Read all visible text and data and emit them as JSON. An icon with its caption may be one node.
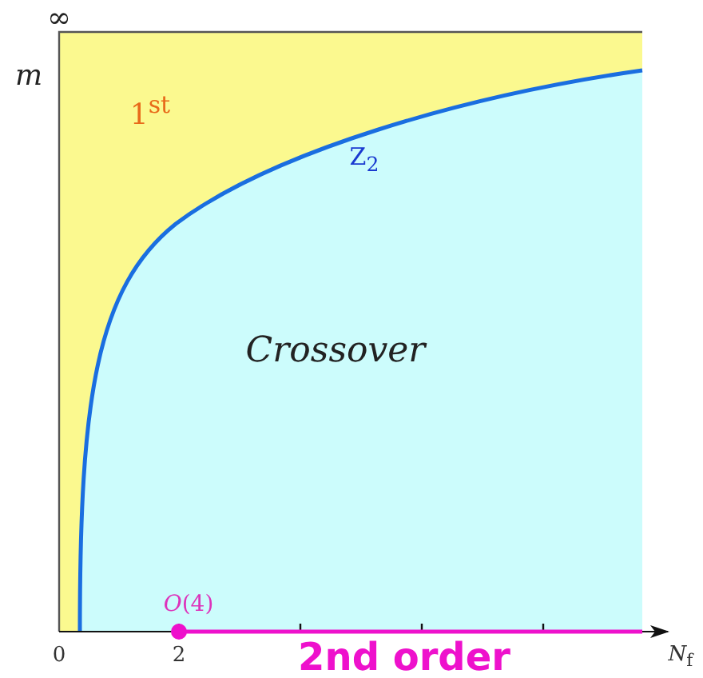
{
  "diagram": {
    "labels": [
      "∞",
      "m",
      "1$^{st}$",
      "Z$_{2}$",
      "*Crossover*",
      "*O*(4)",
      "0",
      "2",
      "2nd order",
      "*N*$_{f}$"
    ]
  }
}
